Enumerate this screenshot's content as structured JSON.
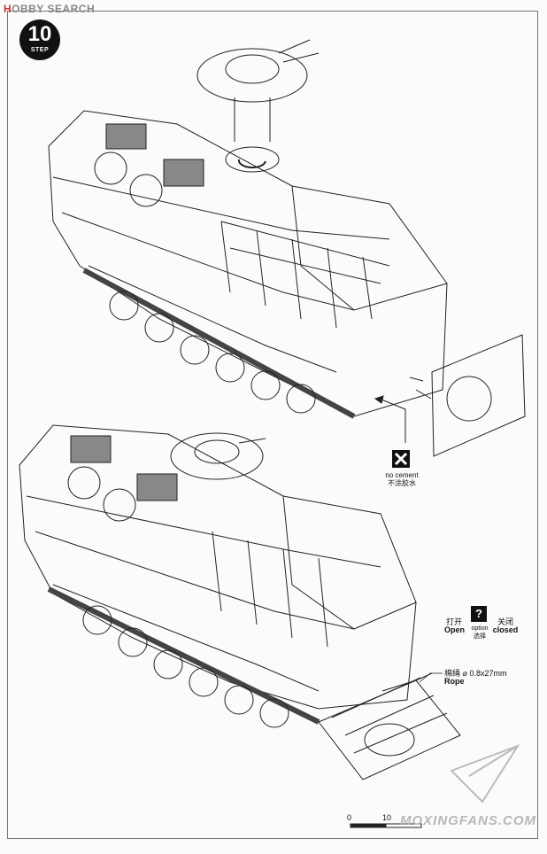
{
  "header": {
    "brand_prefix": "H",
    "brand_text": "OBBY SEARCH"
  },
  "step": {
    "number": "10",
    "word": "STEP"
  },
  "no_cement": {
    "en": "no cement",
    "zh": "不涂胶水"
  },
  "option": {
    "open_zh": "打开",
    "open_en": "Open",
    "symbol": "?",
    "option_en": "option",
    "option_zh": "选择",
    "closed_zh": "关闭",
    "closed_en": "closed"
  },
  "rope": {
    "zh": "棉绳",
    "spec": "⌀ 0.8x27mm",
    "en": "Rope"
  },
  "scale": {
    "start": "0",
    "mid": "10"
  },
  "watermark": "MOXINGFANS.COM",
  "colors": {
    "line": "#222222",
    "paper": "#fbfbfa",
    "brand_red": "#cc3333",
    "watermark": "#b8b8b8"
  }
}
